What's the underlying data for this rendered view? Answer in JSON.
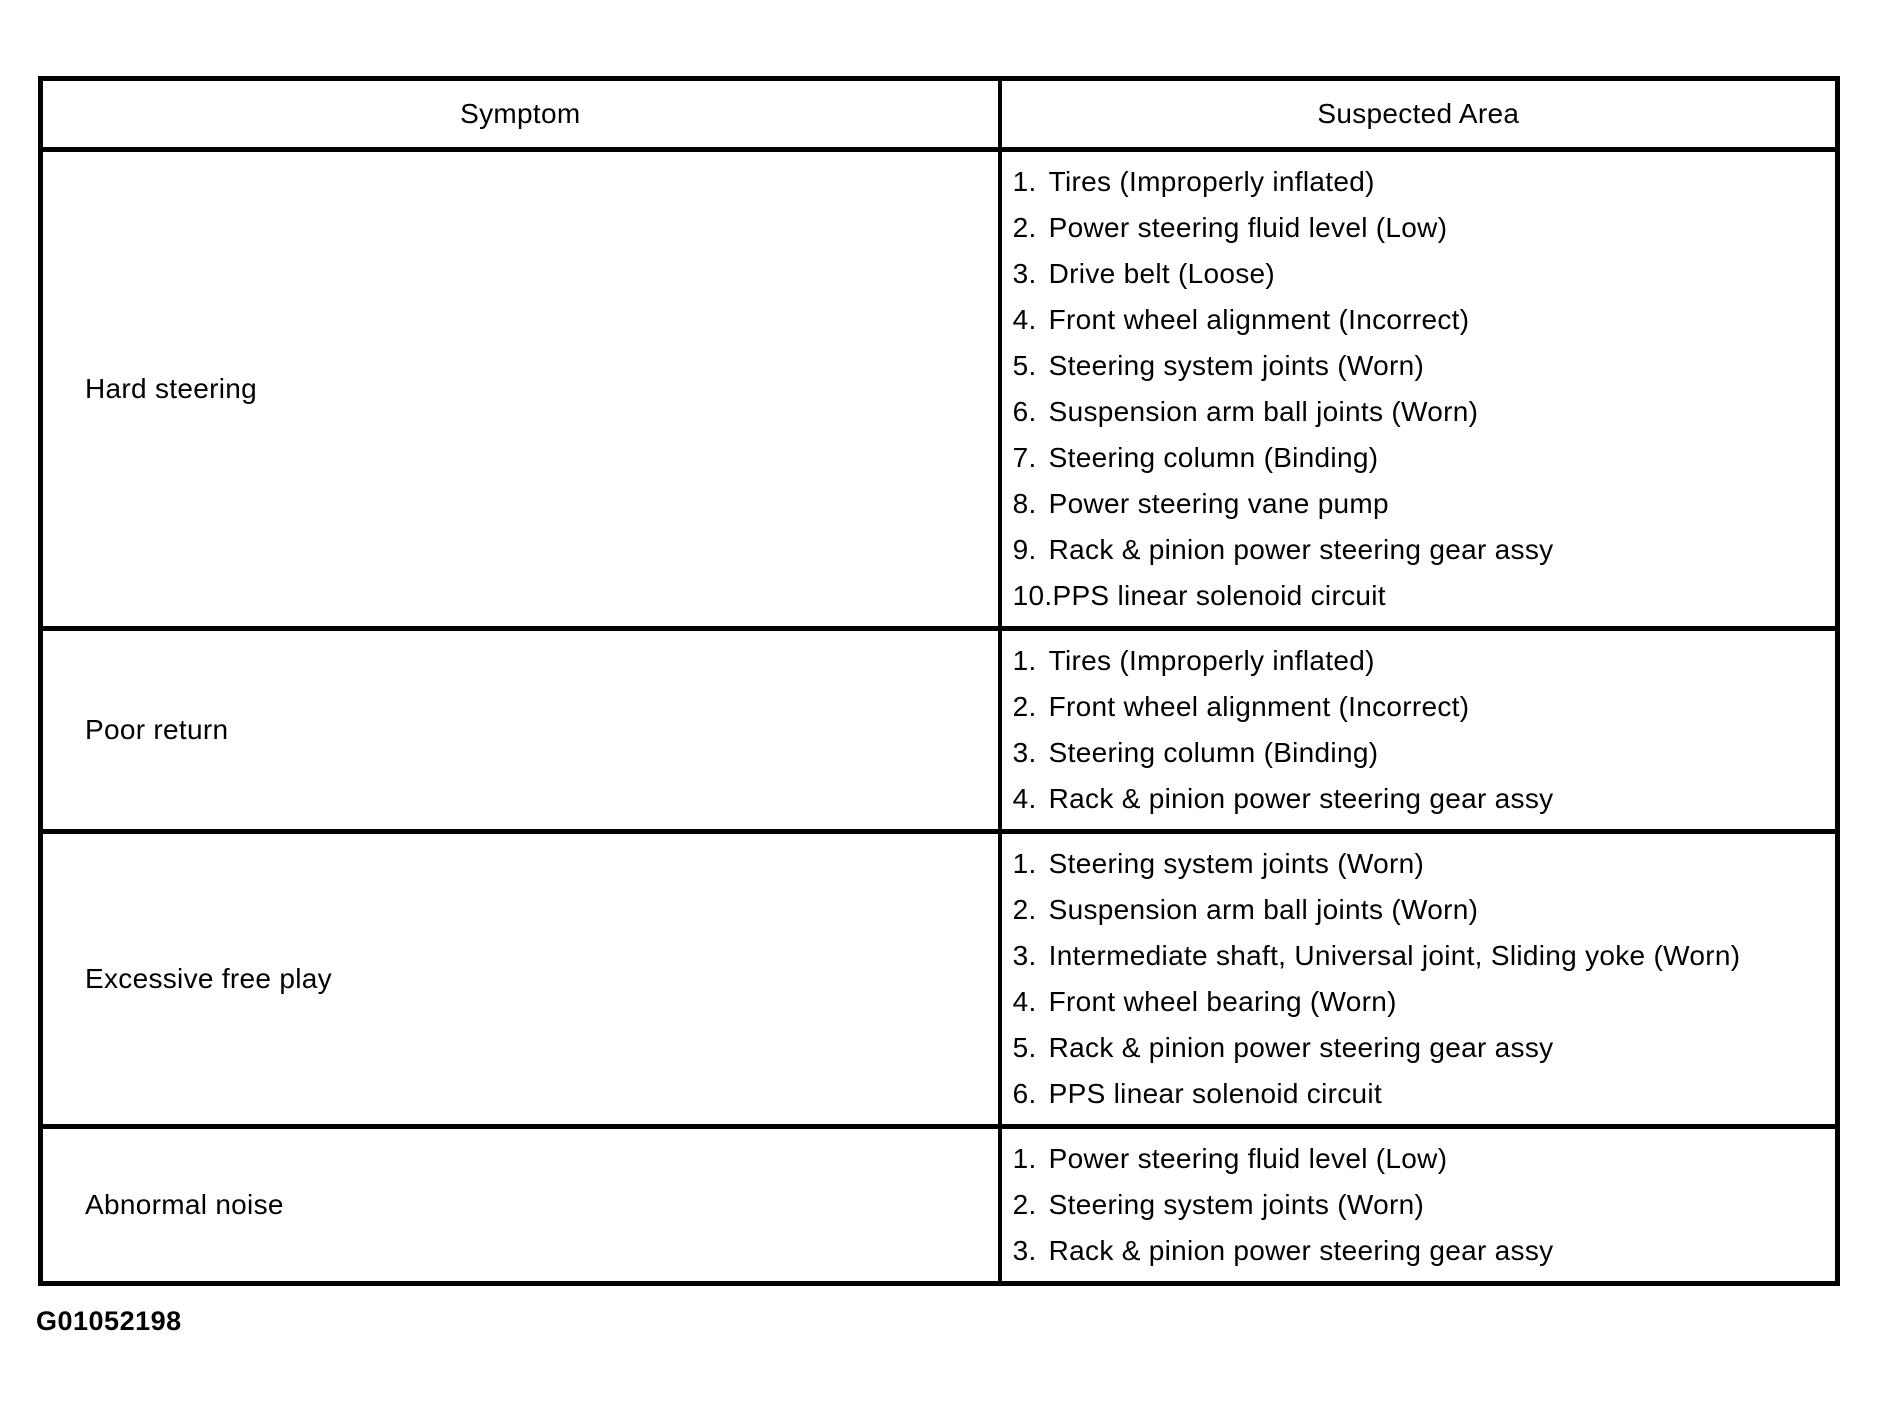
{
  "table": {
    "headers": {
      "symptom": "Symptom",
      "suspected_area": "Suspected Area"
    },
    "rows": [
      {
        "symptom": "Hard steering",
        "items": [
          "Tires (Improperly inflated)",
          "Power steering fluid level (Low)",
          "Drive belt (Loose)",
          "Front wheel alignment (Incorrect)",
          "Steering system joints (Worn)",
          "Suspension arm ball joints (Worn)",
          "Steering column (Binding)",
          "Power steering vane pump",
          "Rack & pinion power steering gear assy",
          "PPS linear solenoid circuit"
        ]
      },
      {
        "symptom": "Poor return",
        "items": [
          "Tires (Improperly inflated)",
          "Front wheel alignment (Incorrect)",
          "Steering column (Binding)",
          "Rack & pinion power steering gear assy"
        ]
      },
      {
        "symptom": "Excessive free play",
        "items": [
          "Steering system joints (Worn)",
          "Suspension arm ball joints (Worn)",
          "Intermediate shaft, Universal joint, Sliding yoke (Worn)",
          "Front wheel bearing (Worn)",
          "Rack & pinion power steering gear assy",
          "PPS linear solenoid circuit"
        ]
      },
      {
        "symptom": "Abnormal noise",
        "items": [
          "Power steering fluid level (Low)",
          "Steering system joints (Worn)",
          "Rack & pinion power steering gear assy"
        ]
      }
    ]
  },
  "footer": {
    "figure_code": "G01052198"
  },
  "colors": {
    "ink": "#000000",
    "paper": "#ffffff"
  }
}
